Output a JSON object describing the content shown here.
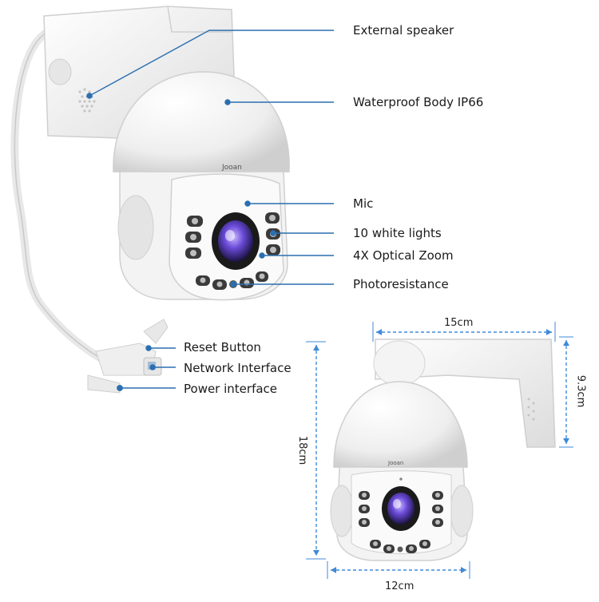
{
  "callouts": {
    "external_speaker": "External speaker",
    "waterproof_body": "Waterproof Body IP66",
    "mic": "Mic",
    "white_lights": "10 white lights",
    "optical_zoom": "4X Optical Zoom",
    "photoresistance": "Photoresistance",
    "reset_button": "Reset Button",
    "network_interface": "Network Interface",
    "power_interface": "Power interface"
  },
  "dimensions": {
    "width_top": "15cm",
    "height_side": "9.3cm",
    "height_total": "18cm",
    "width_bottom": "12cm"
  },
  "brand": {
    "logo_text": "Jooan"
  },
  "colors": {
    "line": "#2a6fb0",
    "dim_line": "#3f8ad8",
    "body": "#f2f2f2",
    "shade": "#d6d6d6",
    "lens": "#6a4bd8"
  }
}
